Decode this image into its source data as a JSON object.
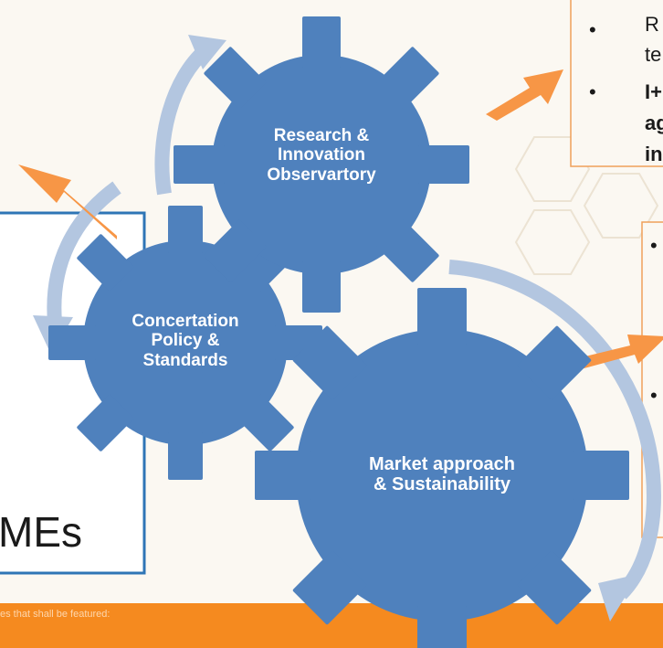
{
  "colors": {
    "gear": "#4f81bd",
    "arrow_orange": "#f79646",
    "arrow_blue": "#b3c6e0",
    "box_blue": "#2e75b6",
    "box_orange": "#f0a05a",
    "band_orange": "#f58a1f",
    "background": "#fbf8f2"
  },
  "gears": {
    "research": {
      "lines": [
        "Research &",
        "Innovation",
        "Observartory"
      ]
    },
    "concertation": {
      "lines": [
        "Concertation",
        "Policy &",
        "Standards"
      ]
    },
    "market": {
      "lines": [
        "Market approach",
        "& Sustainability"
      ]
    }
  },
  "left_box": {
    "visible_text": "MEs"
  },
  "top_right_box": {
    "bullets": [
      "•",
      "•"
    ],
    "line_1": "R",
    "line_2": "te",
    "line_3": "I+",
    "line_4": "ag",
    "line_5": "in"
  },
  "mid_right_box": {
    "bullets": [
      "•",
      "•"
    ]
  },
  "bottom_band": {
    "text": "es that shall be featured:"
  },
  "icons": {
    "arrows_orange": "arrow-icon",
    "arrows_cycle": "curved-arrow-icon"
  }
}
